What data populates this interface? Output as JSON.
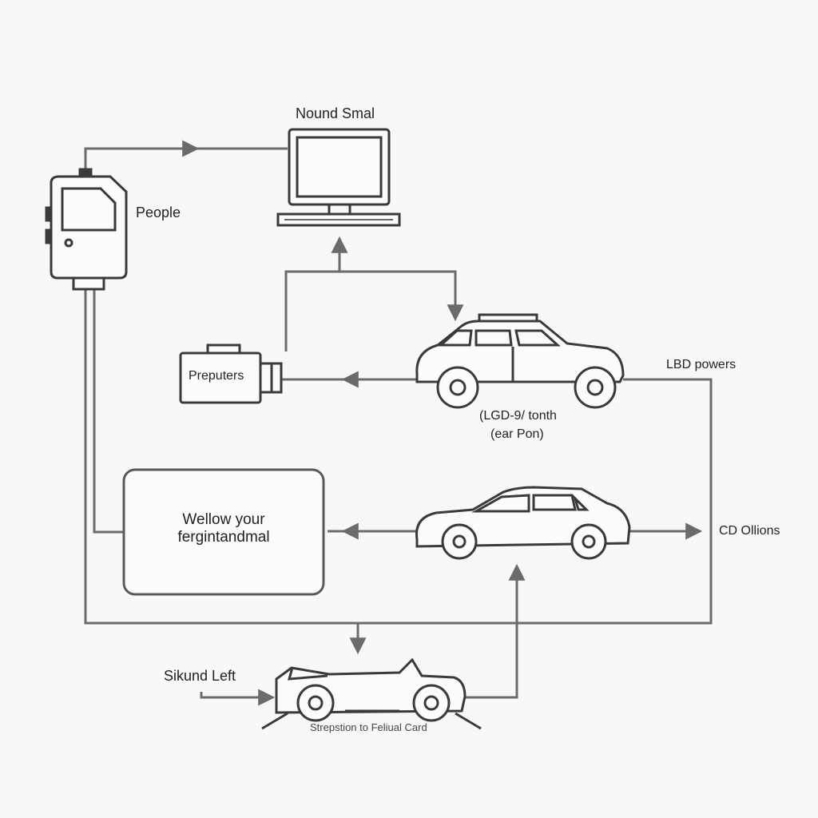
{
  "labels": {
    "monitor": "Nound Smal",
    "scanner": "People",
    "preputers": "Preputers",
    "suv_note_line1": "(LGD-9/ tonth",
    "suv_note_line2": "(ear Pon)",
    "led_powers": "LBD powers",
    "box_line1": "Wellow your",
    "box_line2": "fergintandmal",
    "cd_ollions": "CD Ollions",
    "sikund_left": "Sikund Left",
    "bottom_caption": "Strepstion to Feliual Card"
  },
  "colors": {
    "line": "#6b6b6b",
    "device_stroke": "#3a3a3a",
    "background": "#f8f8f8"
  }
}
